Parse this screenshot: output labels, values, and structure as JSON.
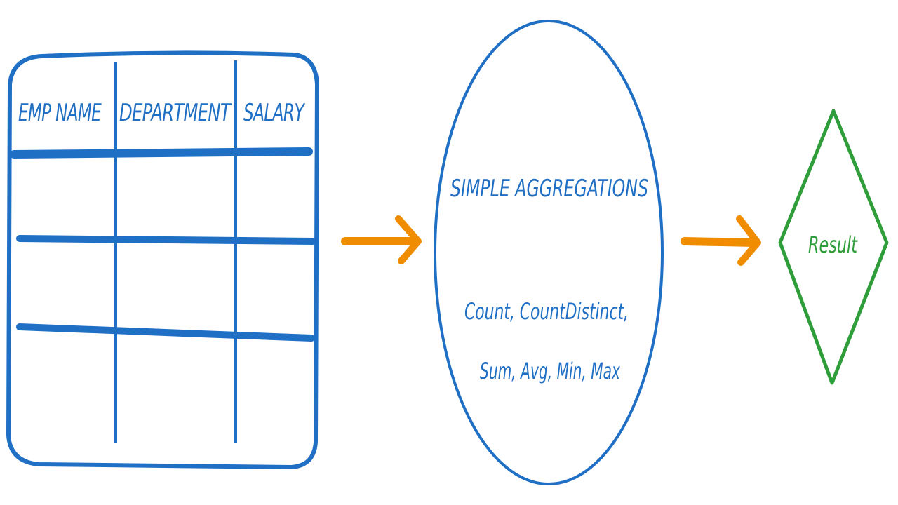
{
  "table": {
    "headers": [
      "EMP NAME",
      "DEPARTMENT",
      "SALARY"
    ]
  },
  "process": {
    "title": "SIMPLE AGGREGATIONS",
    "functions_line1": "Count, CountDistinct,",
    "functions_line2": "Sum, Avg, Min, Max"
  },
  "result": {
    "label": "Result"
  },
  "colors": {
    "table_stroke": "#1f6fc5",
    "arrow": "#f08c00",
    "result_stroke": "#2e9d3a"
  }
}
